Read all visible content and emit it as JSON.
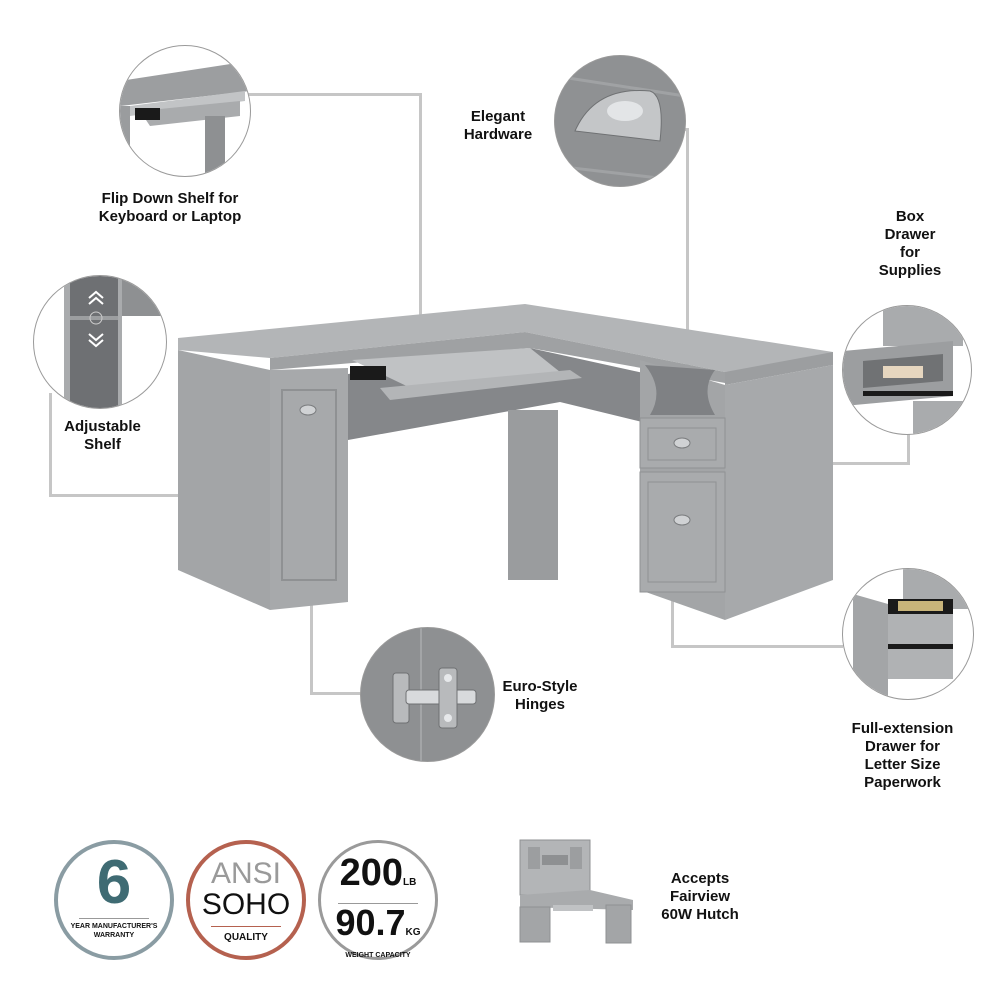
{
  "features": {
    "flip_down_shelf": {
      "line1": "Flip Down Shelf for",
      "line2": "Keyboard or Laptop"
    },
    "elegant_hardware": {
      "line1": "Elegant",
      "line2": "Hardware"
    },
    "box_drawer": {
      "line1": "Box",
      "line2": "Drawer",
      "line3": "for",
      "line4": "Supplies"
    },
    "adjustable_shelf": {
      "line1": "Adjustable",
      "line2": "Shelf"
    },
    "euro_hinges": {
      "line1": "Euro-Style",
      "line2": "Hinges"
    },
    "full_extension": {
      "line1": "Full-extension",
      "line2": "Drawer for",
      "line3": "Letter Size",
      "line4": "Paperwork"
    }
  },
  "badges": {
    "warranty": {
      "number": "6",
      "line1": "YEAR MANUFACTURER'S",
      "line2": "WARRANTY",
      "color": "#3f6b73",
      "ring": "#8a9ca3"
    },
    "ansi": {
      "line1": "ANSI",
      "line2": "SOHO",
      "line3": "QUALITY",
      "ring": "#b5614f",
      "ansi_color": "#9a9a9a"
    },
    "weight": {
      "lb_value": "200",
      "lb_unit": "LB",
      "kg_value": "90.7",
      "kg_unit": "KG",
      "caption": "WEIGHT CAPACITY",
      "ring": "#9a9a9a"
    }
  },
  "hutch": {
    "line1": "Accepts",
    "line2": "Fairview",
    "line3": "60W Hutch"
  },
  "colors": {
    "desk": "#a9abad",
    "desk_dark": "#8e9092",
    "line": "#c6c6c6"
  }
}
